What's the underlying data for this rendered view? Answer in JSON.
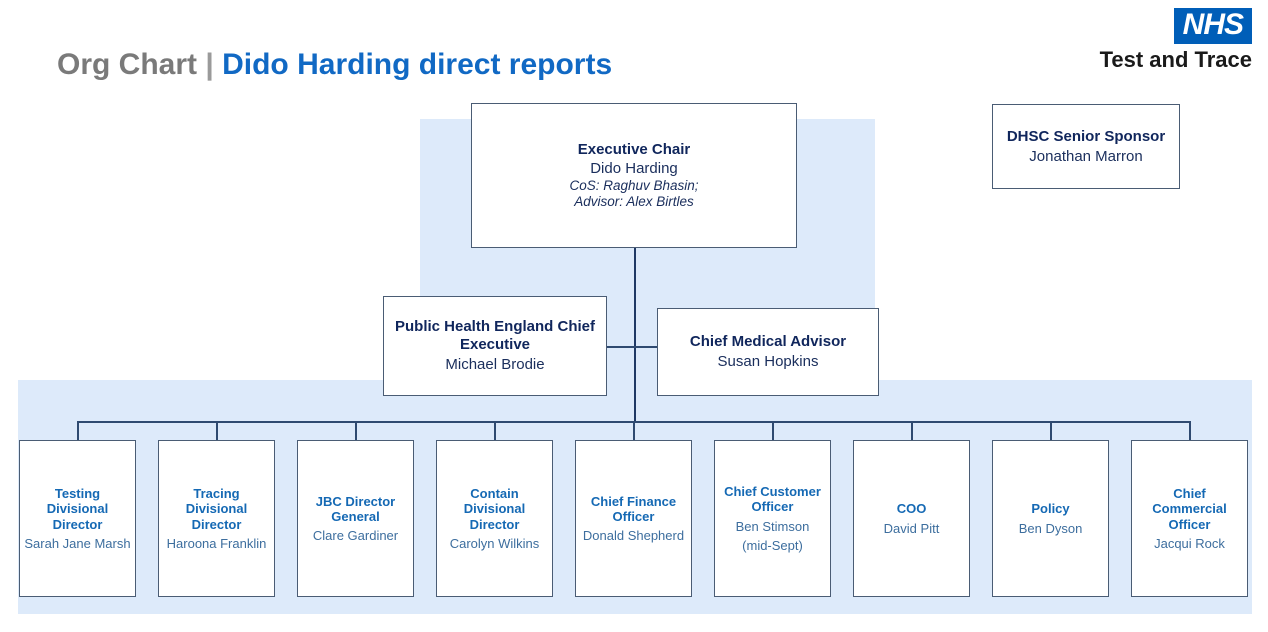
{
  "header": {
    "title_prefix": "Org Chart",
    "title_separator": "|",
    "title_main": "Dido Harding direct reports",
    "logo_mark": "NHS",
    "logo_sub": "Test and Trace",
    "brand_blue": "#005eb8",
    "accent_blue": "#1169c4",
    "title_grey": "#7a7a7a"
  },
  "chart": {
    "band_color": "#ddeafa",
    "box_border_color": "#4a5c74",
    "connector_color": "#1f3864",
    "executive": {
      "role": "Executive Chair",
      "person": "Dido Harding",
      "note_line_1": "CoS: Raghuv Bhasin;",
      "note_line_2": "Advisor: Alex Birtles"
    },
    "sponsor": {
      "role": "DHSC Senior Sponsor",
      "person": "Jonathan Marron"
    },
    "mid_tier": [
      {
        "role": "Public Health England Chief Executive",
        "person": "Michael Brodie"
      },
      {
        "role": "Chief Medical Advisor",
        "person": "Susan Hopkins"
      }
    ],
    "direct_reports": [
      {
        "role": "Testing Divisional Director",
        "person": "Sarah Jane Marsh"
      },
      {
        "role": "Tracing Divisional Director",
        "person": "Haroona Franklin"
      },
      {
        "role": "JBC Director General",
        "person": "Clare Gardiner"
      },
      {
        "role": "Contain Divisional Director",
        "person": "Carolyn Wilkins"
      },
      {
        "role": "Chief Finance Officer",
        "person": "Donald Shepherd"
      },
      {
        "role": "Chief Customer Officer",
        "person": "Ben Stimson",
        "person_note": "(mid-Sept)"
      },
      {
        "role": "COO",
        "person": "David Pitt"
      },
      {
        "role": "Policy",
        "person": "Ben Dyson"
      },
      {
        "role": "Chief Commercial Officer",
        "person": "Jacqui Rock"
      }
    ]
  }
}
